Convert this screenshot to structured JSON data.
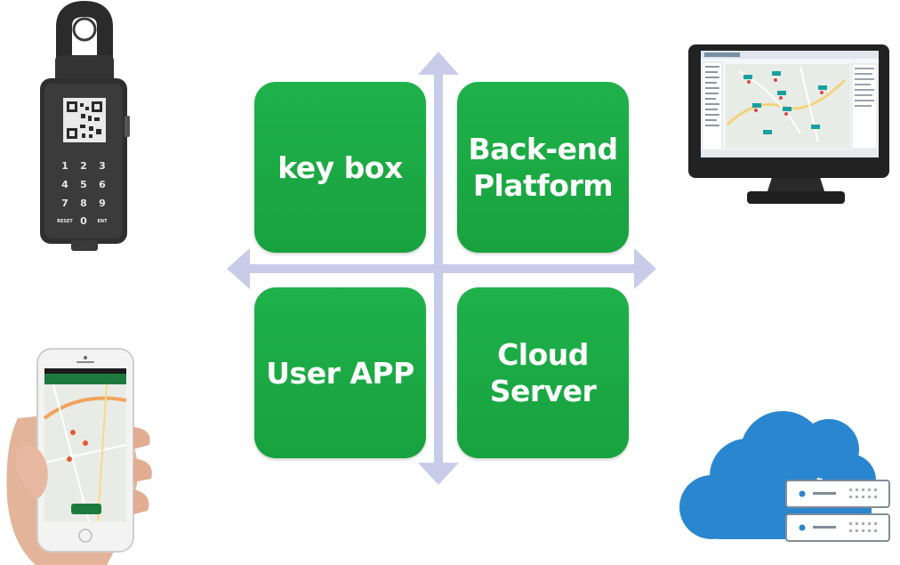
{
  "tiles": {
    "key_box": "key box",
    "back_end_platform": "Back-end\nPlatform",
    "user_app": "User APP",
    "cloud_server": "Cloud\nServer"
  },
  "keypad": {
    "keys": [
      "1",
      "2",
      "3",
      "4",
      "5",
      "6",
      "7",
      "8",
      "9",
      "RESET",
      "0",
      "ENT"
    ]
  },
  "colors": {
    "tile_green": "#1aa943",
    "axis_arrow": "#c9cce9",
    "cloud_blue": "#2a86cf"
  },
  "icons": {
    "key_box": "key-lockbox-icon",
    "monitor": "monitor-icon",
    "phone": "smartphone-in-hand-icon",
    "cloud": "cloud-server-icon"
  }
}
